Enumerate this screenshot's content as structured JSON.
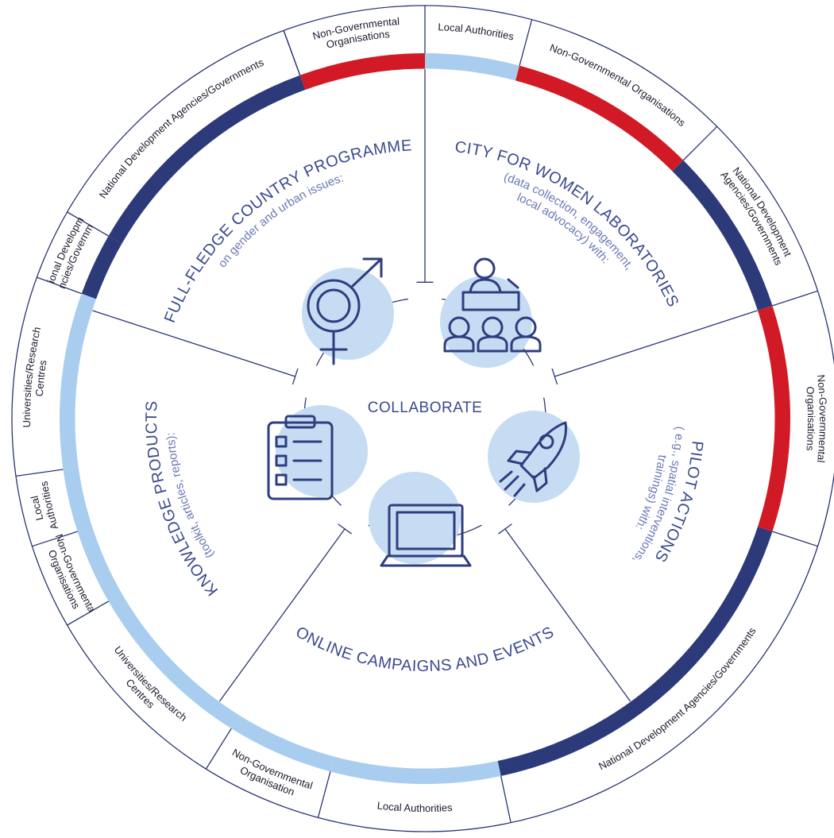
{
  "center": {
    "title": "COLLABORATE"
  },
  "colors": {
    "navy": "#2d3a7a",
    "red": "#d11a26",
    "lightblue": "#a8cdef",
    "icon_bg": "#c5dcf3",
    "line": "#2b3670"
  },
  "sectors": [
    {
      "key": "country",
      "title": "FULL-FLEDGE COUNTRY PROGRAMME",
      "subtitle": "on gender and urban issues:",
      "icon": "gender-symbol-icon"
    },
    {
      "key": "city",
      "title": "CITY FOR WOMEN LABORATORIES",
      "subtitle": "(data collection, engagement,",
      "subtitle2": "local advocacy) with:",
      "icon": "presentation-audience-icon"
    },
    {
      "key": "pilot",
      "title": "PILOT ACTIONS",
      "subtitle": "( e.g., spatial interventions,",
      "subtitle2": "trainings) with:",
      "icon": "rocket-icon"
    },
    {
      "key": "online",
      "title": "ONLINE CAMPAIGNS AND EVENTS",
      "icon": "laptop-icon"
    },
    {
      "key": "knowledge",
      "title": "KNOWLEDGE PRODUCTS",
      "subtitle": "(toolkit, articles, reports):",
      "icon": "clipboard-checklist-icon"
    }
  ],
  "partners": [
    {
      "line1": "Non-Governmental",
      "line2": "Organisations",
      "color": "red"
    },
    {
      "line1": "Local Authorities",
      "color": "lightblue"
    },
    {
      "line1": "Non-Governmental Organisations",
      "color": "red"
    },
    {
      "line1": "National Development",
      "line2": "Agencies/Governments",
      "color": "navy"
    },
    {
      "line1": "Non-Governmental",
      "line2": "Organisations",
      "color": "red"
    },
    {
      "line1": "National Development Agencies/Governments",
      "color": "navy"
    },
    {
      "line1": "Local Authorities",
      "color": "lightblue"
    },
    {
      "line1": "Non-Governmental",
      "line2": "Organisation",
      "color": "lightblue"
    },
    {
      "line1": "Universities/Research",
      "line2": "Centres",
      "color": "lightblue"
    },
    {
      "line1": "Non-Governmental",
      "line2": "Organisations",
      "color": "lightblue"
    },
    {
      "line1": "Local",
      "line2": "Authorities",
      "color": "lightblue"
    },
    {
      "line1": "Universities/Research",
      "line2": "Centres",
      "color": "lightblue"
    },
    {
      "line1": "National Development",
      "line2": "Agencies/Governments",
      "color": "navy"
    },
    {
      "line1": "National Development Agencies/Governments",
      "color": "navy"
    }
  ]
}
